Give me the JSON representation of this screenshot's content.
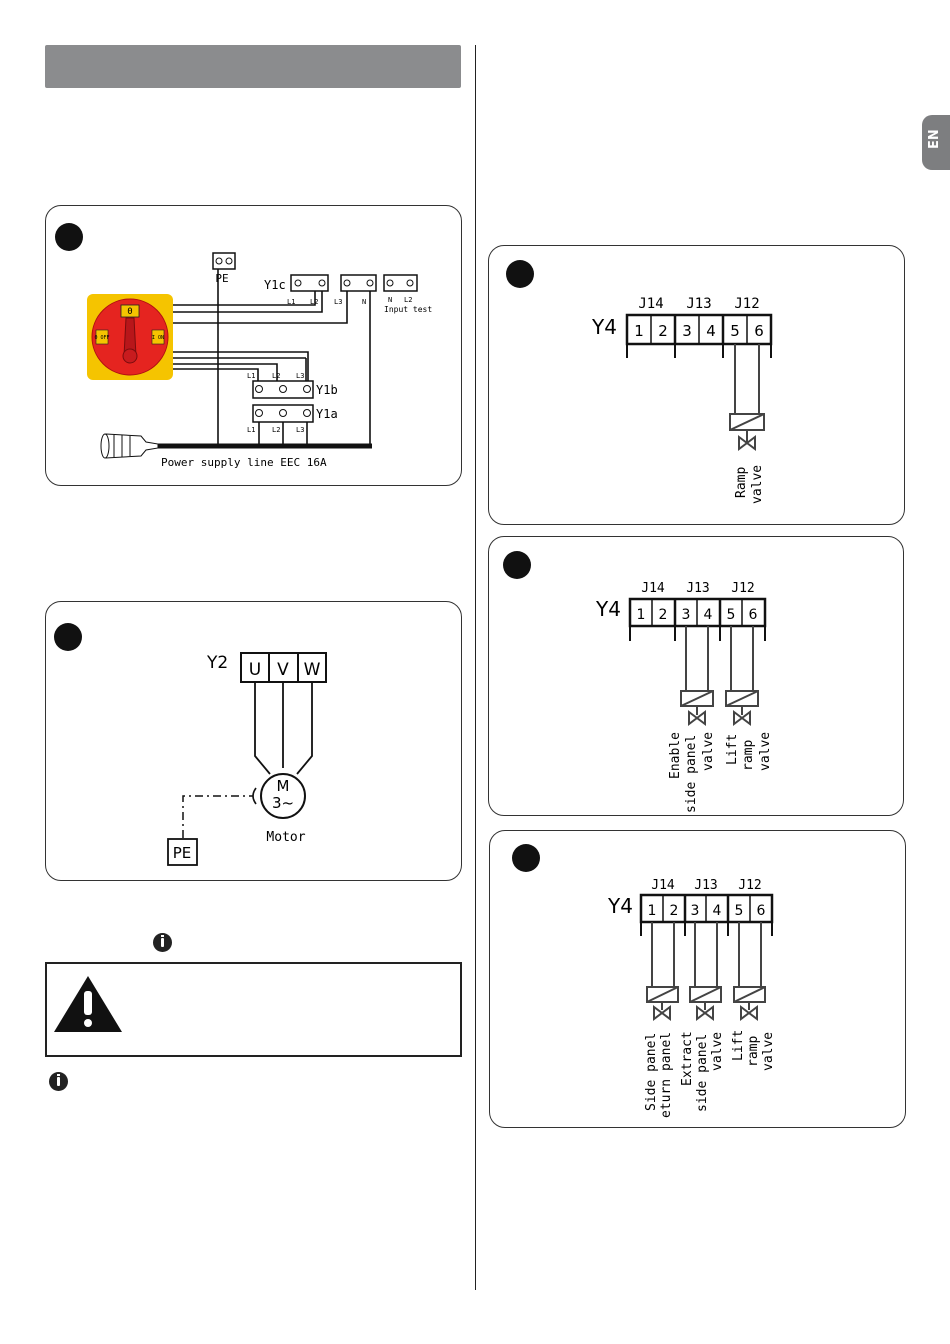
{
  "side_tab": {
    "label": "EN"
  },
  "fig1": {
    "pe": "PE",
    "y1c": "Y1c",
    "y1b": "Y1b",
    "y1a": "Y1a",
    "l1": "L1",
    "l2": "L2",
    "l3": "L3",
    "n": "N",
    "input_test": "Input test",
    "switch_zero": "0",
    "switch_off": "0 OFF",
    "switch_on": "I ON",
    "power_line": "Power supply line EEC 16A"
  },
  "fig2": {
    "y2": "Y2",
    "terminals": [
      "U",
      "V",
      "W"
    ],
    "motor_m": "M",
    "motor_3": "3~",
    "motor_label": "Motor",
    "pe": "PE"
  },
  "y4_diagrams": {
    "connector": "Y4",
    "groups": [
      "J14",
      "J13",
      "J12"
    ],
    "pins": [
      "1",
      "2",
      "3",
      "4",
      "5",
      "6"
    ]
  },
  "fig3": {
    "valves": [
      {
        "lines": [
          "Ramp",
          "valve"
        ]
      }
    ]
  },
  "fig4": {
    "valves": [
      {
        "lines": [
          "Enable",
          "side panel",
          "valve"
        ]
      },
      {
        "lines": [
          "Lift",
          "ramp",
          "valve"
        ]
      }
    ]
  },
  "fig5": {
    "valves": [
      {
        "lines": [
          "Side panel",
          "eturn panel"
        ]
      },
      {
        "lines": [
          "Extract",
          "side panel",
          "valve"
        ]
      },
      {
        "lines": [
          "Lift",
          "ramp",
          "valve"
        ]
      }
    ]
  },
  "colors": {
    "header_bar": "#8b8c8e",
    "side_tab": "#7d7e80",
    "switch_red": "#e52420",
    "switch_yellow": "#f5c400"
  },
  "icons": [
    "info-icon",
    "warning-triangle-icon"
  ]
}
